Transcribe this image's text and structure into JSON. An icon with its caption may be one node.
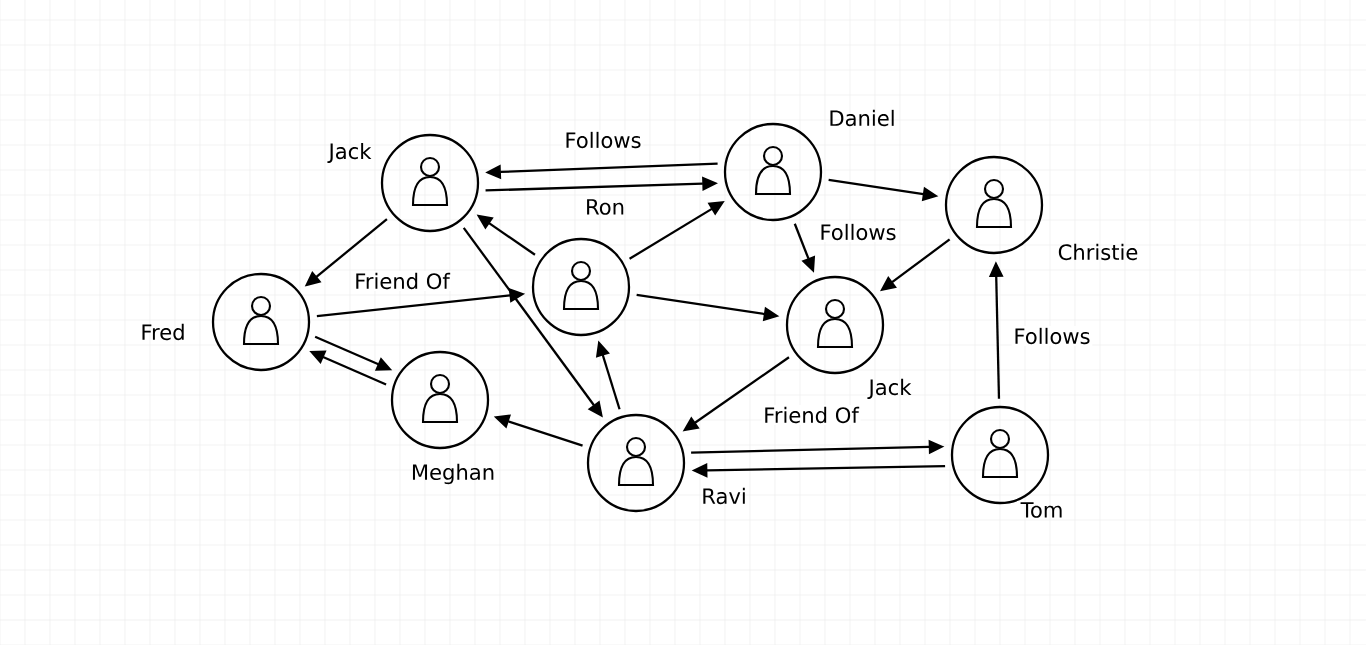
{
  "diagram": {
    "nodes": [
      {
        "text": [],
        "shape": "person",
        "beside": [
          "Jack"
        ]
      },
      {
        "text": [],
        "shape": "person",
        "beside": [
          "Daniel"
        ]
      },
      {
        "text": [],
        "shape": "person",
        "beside": [
          "Christie"
        ]
      },
      {
        "text": [],
        "shape": "person",
        "beside": [
          "Ron"
        ]
      },
      {
        "text": [],
        "shape": "person",
        "beside": [
          "Fred"
        ]
      },
      {
        "text": [],
        "shape": "person",
        "beside": [
          "Jack"
        ]
      },
      {
        "text": [],
        "shape": "person",
        "beside": [
          "Meghan"
        ]
      },
      {
        "text": [],
        "shape": "person",
        "beside": [
          "Ravi"
        ]
      },
      {
        "text": [],
        "shape": "person",
        "beside": [
          "Tom"
        ]
      }
    ],
    "edges": [
      {
        "from": 1,
        "to": 0,
        "arrow": "to",
        "label": "Follows"
      },
      {
        "from": 0,
        "to": 1,
        "arrow": "to"
      },
      {
        "from": 1,
        "to": 2,
        "arrow": "to"
      },
      {
        "from": 1,
        "to": 5,
        "arrow": "to",
        "label": "Follows"
      },
      {
        "from": 2,
        "to": 5,
        "arrow": "to"
      },
      {
        "from": 3,
        "to": 0,
        "arrow": "to"
      },
      {
        "from": 3,
        "to": 1,
        "arrow": "to"
      },
      {
        "from": 3,
        "to": 5,
        "arrow": "to"
      },
      {
        "from": 0,
        "to": 4,
        "arrow": "to"
      },
      {
        "from": 4,
        "to": 3,
        "arrow": "to",
        "label": "Friend Of"
      },
      {
        "from": 0,
        "to": 7,
        "arrow": "to"
      },
      {
        "from": 4,
        "to": 6,
        "arrow": "to"
      },
      {
        "from": 6,
        "to": 4,
        "arrow": "to"
      },
      {
        "from": 7,
        "to": 3,
        "arrow": "to"
      },
      {
        "from": 7,
        "to": 6,
        "arrow": "to"
      },
      {
        "from": 5,
        "to": 7,
        "arrow": "to"
      },
      {
        "from": 7,
        "to": 8,
        "arrow": "to",
        "label": "Friend Of"
      },
      {
        "from": 8,
        "to": 7,
        "arrow": "to"
      },
      {
        "from": 8,
        "to": 2,
        "arrow": "to",
        "label": "Follows"
      }
    ]
  }
}
